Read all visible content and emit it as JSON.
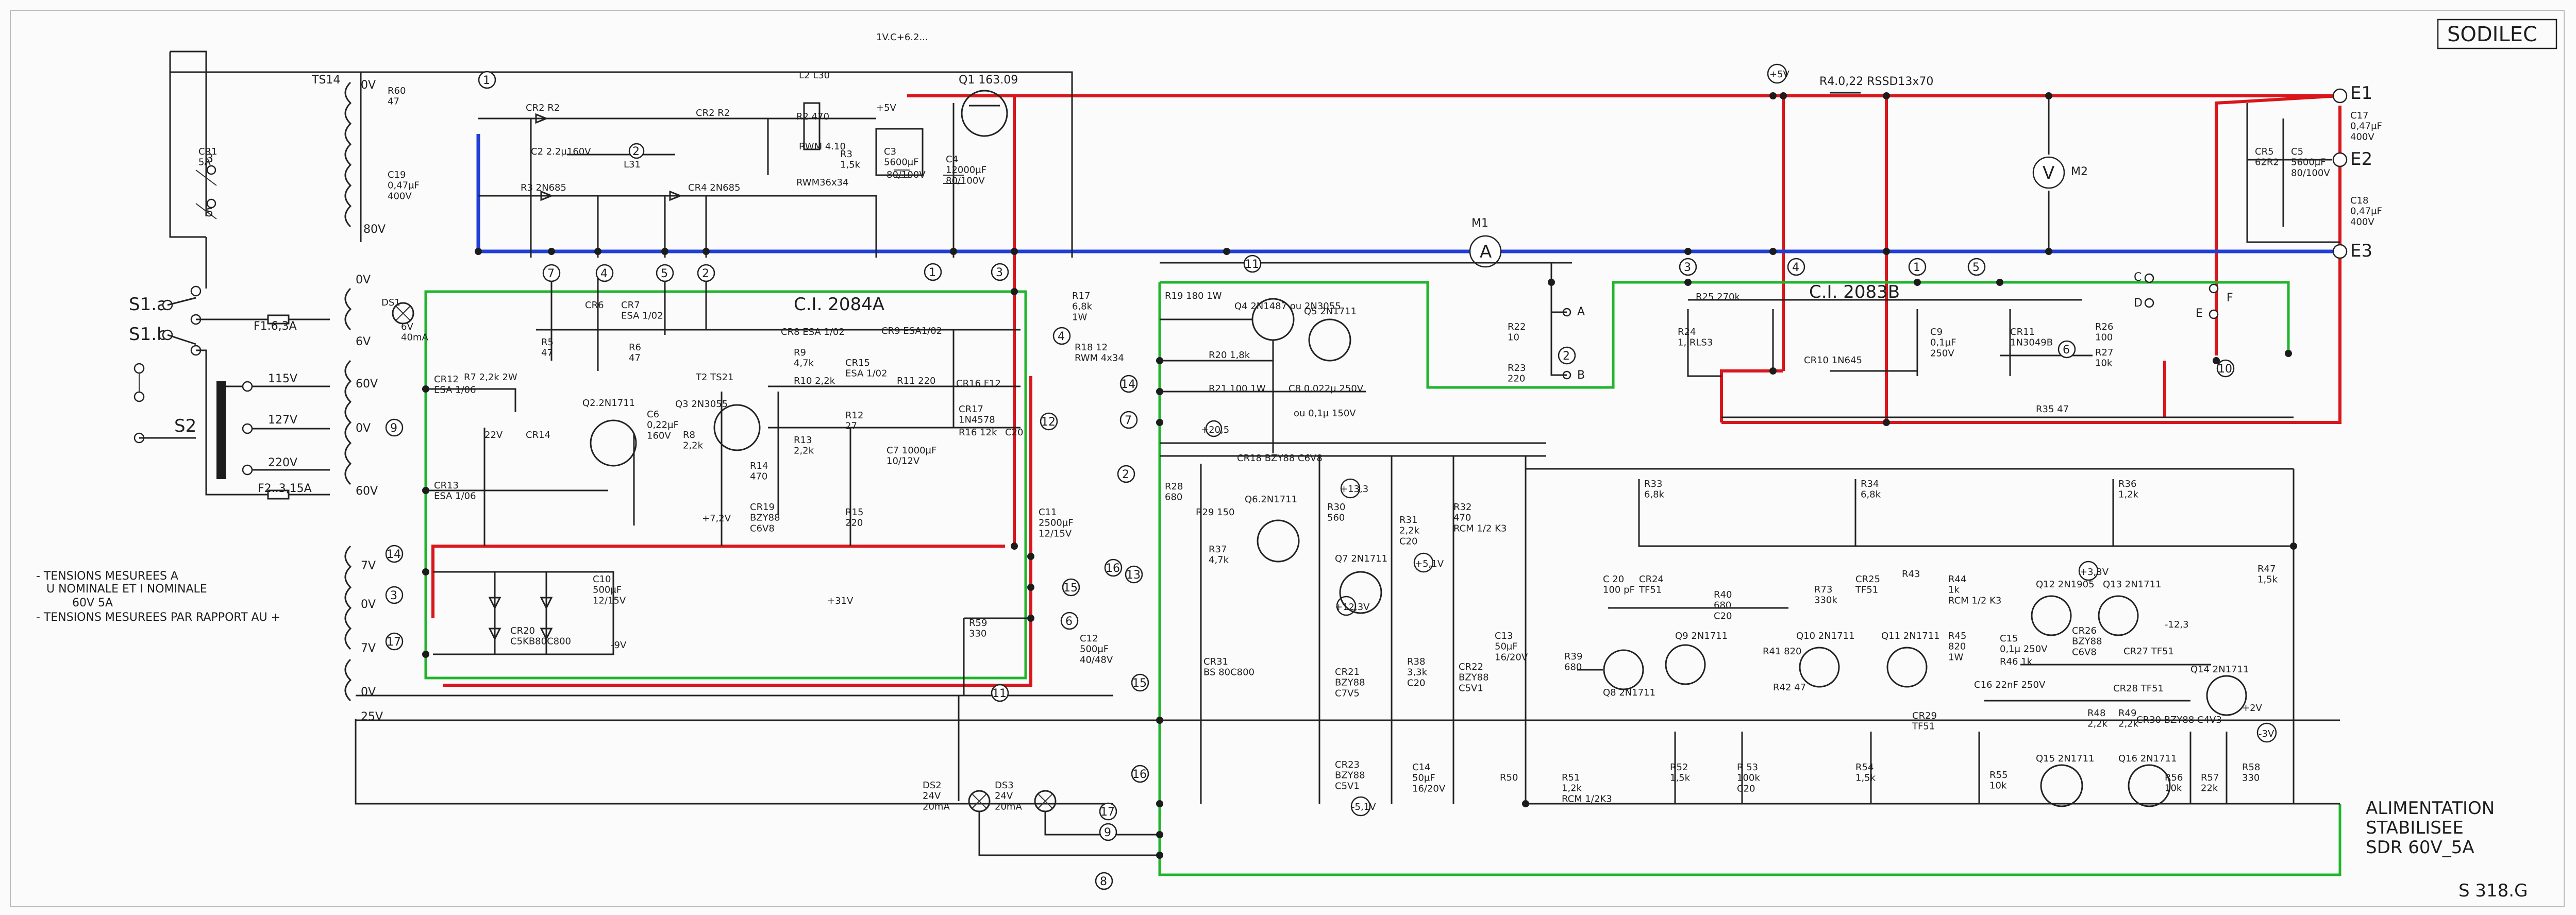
{
  "header": {
    "brand": "SODILEC",
    "model_title": [
      "ALIMENTATION",
      "STABILISEE",
      "SDR 60V_5A"
    ],
    "drawing_ref": "S 318.G"
  },
  "notes": [
    "- TENSIONS MESUREES A",
    "U NOMINALE ET I NOMINALE",
    "60V            5A",
    "- TENSIONS MESUREES PAR RAPPORT AU +"
  ],
  "boards": {
    "board_a": "C.I. 2084A",
    "board_b": "C.I. 2083B"
  },
  "labels": {
    "ts14": "TS14",
    "transformer_0v_top": "0V",
    "transformer_80v": "80V",
    "s1a": "S1.a",
    "s1b": "S1.b",
    "s2": "S2",
    "fuse1": "F1.6,3A",
    "fuse2": "F2..3,15A",
    "v115": "115V",
    "v127": "127V",
    "v220": "220V",
    "v0_left": "0V",
    "v6": "6V",
    "v60_a": "60V",
    "v0_mid": "0V",
    "v60_b": "60V",
    "v7_top": "7V",
    "v0_low": "0V",
    "v7_bot": "7V",
    "v0_bottom": "0V",
    "v25": "25V",
    "ds1": "DS1",
    "ds1_val": "6V\n40mA",
    "r60": "R60\n47",
    "c19": "C19\n0,47µF\n400V",
    "cr1": "CR1\n5A",
    "cr2": "C2 2.2µ160V",
    "l31": "L31",
    "r3": "R3 2N685",
    "cr4": "CR4 2N685",
    "cr2r2": "CR2 R2",
    "l2": "L2  L30",
    "r2": "R2 470",
    "rwm": "RWM 4.10",
    "r3b": "R3\n1,5k",
    "rwm2": "RWM36x34",
    "c3": "C3\n5600µF",
    "c3v": "80/100V",
    "c4": "C4\n12000µF\n80/100V",
    "q1": "Q1 163.09",
    "r4": "R4.0,22 RSSD13x70",
    "e1": "E1",
    "e2": "E2",
    "e3": "E3",
    "c17": "C17\n0,47µF\n400V",
    "cr5": "CR5\n62R2",
    "c5": "C5\n5600µF\n80/100V",
    "c18": "C18\n0,47µF\n400V",
    "m1": "M1",
    "m1_sym": "A",
    "m2": "M2",
    "m2_sym": "V",
    "plus5v": "+5V",
    "r5": "R5\n47",
    "cr6": "CR6",
    "cr7": "CR7\nESA 1/02",
    "r6": "R6\n47",
    "r7": "R7 2,2k 2W",
    "cr12": "CR12\nESA 1/06",
    "q2": "Q2.2N1711",
    "c6": "C6\n0,22µF\n160V",
    "q3": "Q3 2N3055",
    "t2": "T2 TS21",
    "r8": "R8\n2,2k",
    "cr14": "CR14",
    "v22": "22V",
    "cr13": "CR13\nESA 1/06",
    "r14": "R14\n470",
    "cr19": "CR19\nBZY88\nC6V8",
    "v72": "+7,2V",
    "cr8": "CR8 ESA 1/02",
    "r9": "R9\n4,7k",
    "r10": "R10 2,2k",
    "cr15": "CR15\nESA 1/02",
    "r12": "R12\n27",
    "r13": "R13\n2,2k",
    "cr9": "CR9 ESA1/02",
    "r11": "R11 220",
    "cr16": "CR16 F12",
    "cr17": "CR17\n1N4578",
    "r16": "R16 12k",
    "c20": "C20",
    "c7": "C7 1000µF\n10/12V",
    "r15": "R15\n220",
    "c11": "C11\n2500µF\n12/15V",
    "c10": "C10\n500µF\n12/15V",
    "cr20": "CR20\nC5KB80C800",
    "m9v": "-9V",
    "v31": "+31V",
    "r59": "R59\n330",
    "c12": "C12\n500µF\n40/48V",
    "r17": "R17\n6,8k\n1W",
    "r18": "R18 12\nRWM 4x34",
    "r19": "R19 180 1W",
    "q4": "Q4 2N1487 ou 2N3055",
    "q5": "Q5 2N1711",
    "r20": "R20 1,8k",
    "r21": "R21 100 1W",
    "c8": "C8 0,022µ 250V",
    "c8b": "ou 0,1µ 150V",
    "v205": "+20,5",
    "cr18": "CR18 BZY88 C6V8",
    "r28": "R28\n680",
    "q6": "Q6.2N1711",
    "r29": "R29 150",
    "r37": "R37\n4,7k",
    "r30": "R30\n560",
    "r31": "R31\n2,2k\nC20",
    "r32": "R32\n470\nRCM 1/2 K3",
    "v133": "+13,3",
    "q7": "Q7 2N1711",
    "v51": "+5,1V",
    "v123": "+12,3V",
    "cr31": "CR31\nBS 80C800",
    "cr21": "CR21\nBZY88\nC7V5",
    "r38": "R38\n3,3k\nC20",
    "cr22": "CR22\nBZY88\nC5V1",
    "c13": "C13\n50µF\n16/20V",
    "cr23": "CR23\nBZY88\nC5V1",
    "c14": "C14\n50µF\n16/20V",
    "m51": "-5,1V",
    "r50": "R50",
    "r51": "R51\n1,2k\nRCM 1/2K3",
    "r52": "R52\n1,5k",
    "r53": "R 53\n100k\nC20",
    "r22": "R22\n10",
    "r23": "R23\n220",
    "pa": "A",
    "pb": "B",
    "r24": "R24\n1, RLS3",
    "r25": "R25 270k",
    "cr10": "CR10 1N645",
    "c9": "C9\n0,1µF\n250V",
    "cr11": "CR11\n1N3049B",
    "r26": "R26\n100",
    "r27": "R27\n10k",
    "pc": "C",
    "pd": "D",
    "pe": "E",
    "pf": "F",
    "r35": "R35 47",
    "r33": "R33\n6,8k",
    "r34": "R34\n6,8k",
    "r36": "R36\n1,2k",
    "r47": "R47\n1,5k",
    "c20b": "C 20\n100 pF",
    "cr24": "CR24\nTF51",
    "r40": "R40\n680\nC20",
    "q9": "Q9 2N1711",
    "r39": "R39\n680",
    "q8": "Q8 2N1711",
    "r73": "R73\n330k",
    "cr25": "CR25\nTF51",
    "r43": "R43",
    "r44": "R44\n1k\nRCM 1/2 K3",
    "q12": "Q12 2N1905",
    "q13": "Q13 2N1711",
    "v33": "+3,3V",
    "r41": "R41 820",
    "q10": "Q10 2N1711",
    "q11": "Q11 2N1711",
    "r45": "R45\n820\n1W",
    "c15": "C15\n0,1µ 250V",
    "r46": "R46 1k",
    "cr26": "CR26\nBZY88\nC6V8",
    "cr27": "CR27 TF51",
    "q14": "Q14 2N1711",
    "r42": "R42 47",
    "c16": "C16 22nF 250V",
    "cr29": "CR29\nTF51",
    "r48": "R48\n2,2k",
    "r49": "R49\n2,2k",
    "cr28": "CR28 TF51",
    "cr30": "CR30 BZY88 C4V3",
    "m3v": "-3V",
    "r54": "R54\n1,5k",
    "r55": "R55\n10k",
    "q15": "Q15 2N1711",
    "q16": "Q16 2N1711",
    "r56": "R56\n10k",
    "r57": "R57\n22k",
    "r58": "R58\n330",
    "ds2": "DS2\n24V\n20mA",
    "ds3": "DS3\n24V\n20mA",
    "scribble": "1V.C+6.2...",
    "v2": "+2V",
    "m123": "-12,3"
  },
  "terminals": [
    "1",
    "2",
    "3",
    "4",
    "5",
    "6",
    "7",
    "8",
    "9",
    "10",
    "11",
    "12",
    "13",
    "14",
    "15",
    "16",
    "17"
  ],
  "colors": {
    "positive_rail": "#d8161b",
    "negative_rail": "#1f3fd6",
    "board_outline": "#1fb52b",
    "wire": "#222222",
    "paper": "#fbfbfb"
  }
}
